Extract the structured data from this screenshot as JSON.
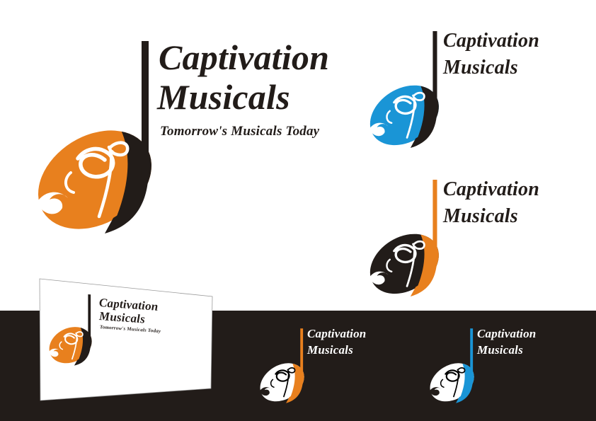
{
  "brand": {
    "name_line1": "Captivation",
    "name_line2": "Musicals",
    "tagline": "Tomorrow's Musicals Today"
  },
  "colors": {
    "orange": "#e8801e",
    "blue": "#1a95d6",
    "dark": "#221c19",
    "white": "#ffffff",
    "background": "#ffffff"
  },
  "variants": [
    {
      "id": "primary-orange-on-white",
      "oval": "orange",
      "stem": "dark",
      "text": "dark",
      "background": "white",
      "has_tagline": true
    },
    {
      "id": "blue-on-white",
      "oval": "blue",
      "stem": "dark",
      "text": "dark",
      "background": "white",
      "has_tagline": false
    },
    {
      "id": "dark-orange-stem-on-white",
      "oval": "dark",
      "stem": "orange",
      "text": "dark",
      "background": "white",
      "has_tagline": false
    },
    {
      "id": "perspective-card-mockup",
      "oval": "orange",
      "stem": "dark",
      "text": "dark",
      "background": "white",
      "has_tagline": true
    },
    {
      "id": "white-orange-stem-on-dark",
      "oval": "white",
      "stem": "orange",
      "text": "white",
      "background": "dark",
      "has_tagline": false
    },
    {
      "id": "white-blue-stem-on-dark",
      "oval": "white",
      "stem": "blue",
      "text": "white",
      "background": "dark",
      "has_tagline": false
    }
  ],
  "icons": {
    "logo_mark": "music-note-with-treble-clef"
  }
}
